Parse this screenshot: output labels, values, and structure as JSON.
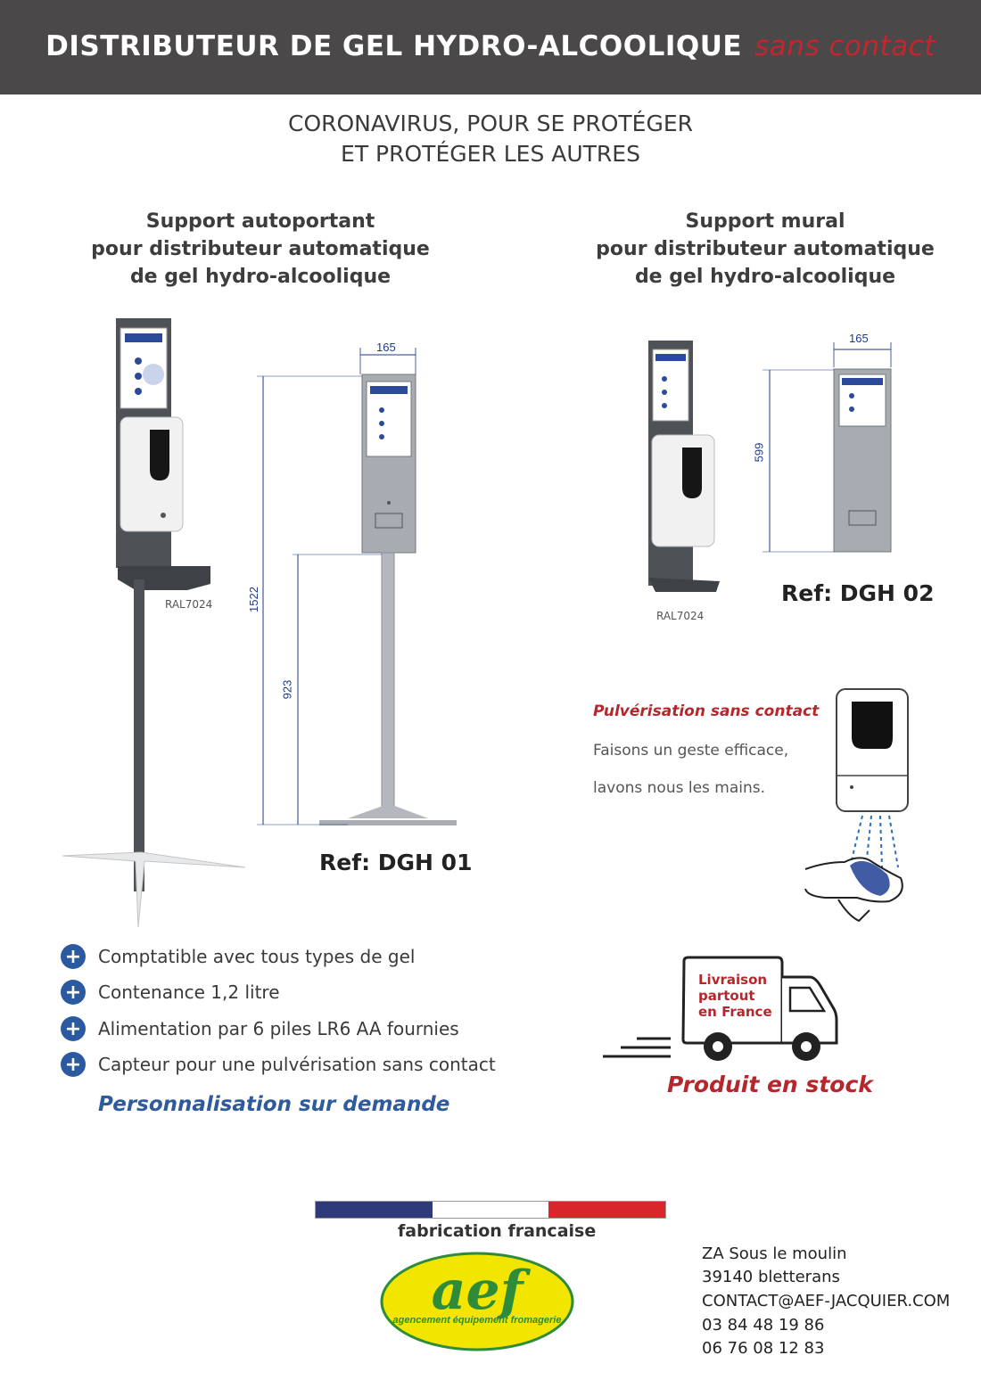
{
  "header": {
    "title": "DISTRIBUTEUR DE GEL HYDRO-ALCOOLIQUE",
    "accent": "sans contact"
  },
  "subtitle": {
    "line1": "CORONAVIRUS, POUR SE PROTÉGER",
    "line2": "ET PROTÉGER LES AUTRES"
  },
  "left_product": {
    "title_lines": [
      "Support  autoportant",
      "pour distributeur automatique",
      "de gel hydro-alcoolique"
    ],
    "ral": "RAL7024",
    "dim_width": "165",
    "dim_total_height": "1522",
    "dim_pole_height": "923",
    "ref": "Ref: DGH 01"
  },
  "right_product": {
    "title_lines": [
      "Support  mural",
      "pour distributeur automatique",
      "de gel hydro-alcoolique"
    ],
    "ral": "RAL7024",
    "dim_width": "165",
    "dim_height": "599",
    "ref": "Ref: DGH 02"
  },
  "spray": {
    "title": "Pulvérisation sans contact",
    "line1": "Faisons un geste efficace,",
    "line2": "lavons nous les mains."
  },
  "features": [
    "Comptatible avec tous types de gel",
    "Contenance 1,2 litre",
    "Alimentation par 6 piles  LR6 AA fournies",
    "Capteur pour une pulvérisation sans contact"
  ],
  "personalisation": "Personnalisation sur demande",
  "delivery": {
    "lines": [
      "Livraison",
      "partout",
      "en France"
    ],
    "stock": "Produit en stock"
  },
  "fabrication": "fabrication francaise",
  "logo": {
    "letters": "aef",
    "tagline": "agencement équipement fromagerie"
  },
  "contact": [
    "ZA Sous le moulin",
    "39140 bletterans",
    "CONTACT@AEF-JACQUIER.COM",
    "03 84 48 19 86",
    "06 76 08 12 83"
  ],
  "colors": {
    "header_bg": "#4a4849",
    "accent_red": "#c4262e",
    "blue": "#2c5aa0",
    "flag_blue": "#2f3a7a",
    "flag_red": "#d8262b",
    "logo_yellow": "#f2e600",
    "logo_green": "#2e8b3a"
  }
}
